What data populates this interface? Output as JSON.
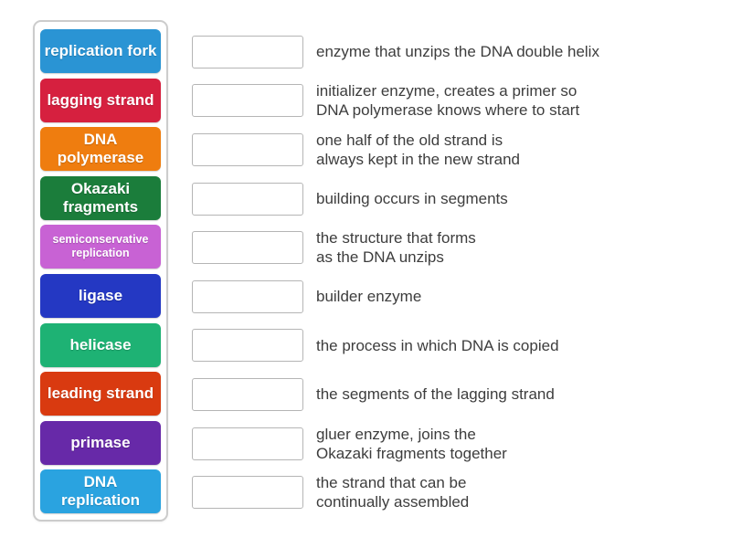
{
  "activity": {
    "keywords": [
      {
        "label": "replication fork",
        "color": "#2a94d4"
      },
      {
        "label": "lagging strand",
        "color": "#d6203f"
      },
      {
        "label": "DNA polymerase",
        "color": "#ef7d0f"
      },
      {
        "label": "Okazaki fragments",
        "color": "#1b7d3b"
      },
      {
        "label": "semiconservative replication",
        "color": "#c862d4"
      },
      {
        "label": "ligase",
        "color": "#2438c3"
      },
      {
        "label": "helicase",
        "color": "#1eb274"
      },
      {
        "label": "leading strand",
        "color": "#d93a10"
      },
      {
        "label": "primase",
        "color": "#6729a8"
      },
      {
        "label": "DNA replication",
        "color": "#2aa3e0"
      }
    ],
    "definitions": [
      "enzyme that unzips the DNA double helix",
      "initializer enzyme, creates a primer so\nDNA polymerase knows where to start",
      "one half of the old strand is\nalways kept in the new strand",
      "building occurs in segments",
      "the structure that forms\nas the DNA unzips",
      "builder enzyme",
      "the process in which DNA is copied",
      "the segments of the lagging strand",
      "gluer enzyme, joins the\nOkazaki fragments together",
      "the strand that can be\ncontinually assembled"
    ]
  }
}
